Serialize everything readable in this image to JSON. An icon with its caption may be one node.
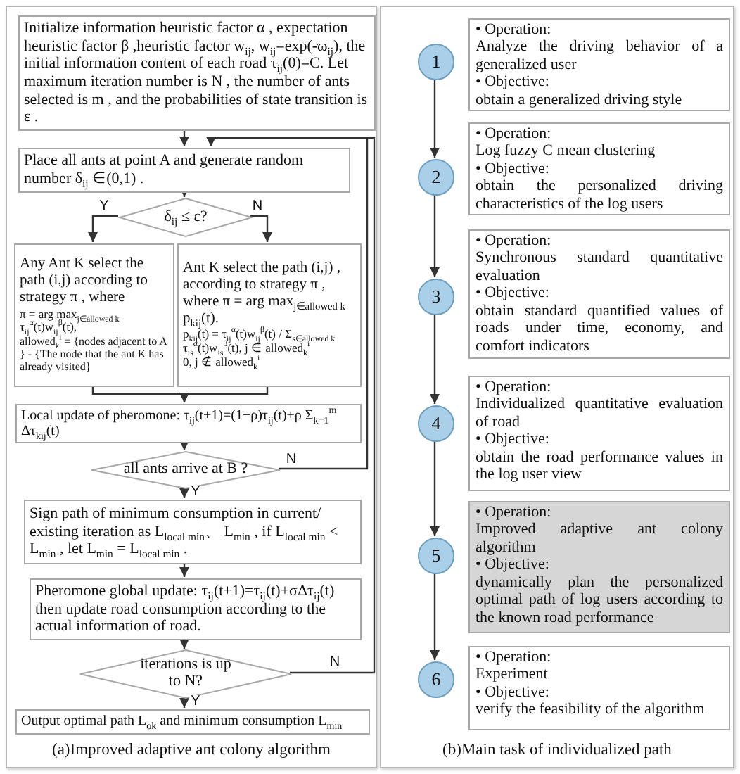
{
  "diagram": {
    "nodes": [
      {
        "text": [
          "(a)Improved adaptive ant colony algorithm"
        ]
      },
      {
        "text": [
          "Initialize information heuristic factor α , expectation heuristic factor β ,heuristic factor w$_{ij}$,  w$_{ij}$=exp(-ϖ$_{ij}$), the initial information content of each road τ$_{ij}$(0)=C. Let maximum iteration number is  N  , the number of ants selected is  m  , and the probabilities of state transition is  ε ."
        ],
        "in": 0
      },
      {
        "text": [
          "Place all ants at  point A and generate random number δ$_{ij}$ ∈(0,1) ."
        ],
        "in": 0
      },
      {
        "text": [
          "δ$_{ij}$ ≤ ε?"
        ],
        "in": 0
      },
      {
        "text": [
          "Any Ant  K select the path (i,j) according to strategy  π , where",
          "π = arg max$_{j∈allowed k}$ τ$_{ij}$$^{α}$(t)w$_{ij}$$^{β}$(t),",
          "allowed$_{k}$$^{i}$ = {nodes adjacent to A } - {The node that the ant K has already visited}"
        ],
        "in": 0
      },
      {
        "text": [
          "Ant K select the path (i,j) , according to strategy  π , where  π = arg max$_{j∈allowed k}$ p$_{kij}$(t).",
          "p$_{kij}$(t) = τ$_{ij}$$^{α}$(t)w$_{ij}$$^{β}$(t) / Σ$_{s∈allowed k}$ τ$_{is}$$^{α}$(t)w$_{is}$$^{β}$(t),  j ∈ allowed$_{k}$$^{i}$",
          "0,  j ∉ allowed$_{k}$$^{i}$"
        ],
        "in": 0
      },
      {
        "text": [
          "Local update of pheromone: τ$_{ij}$(t+1)=(1−ρ)τ$_{ij}$(t)+ρ Σ$_{k=1}$$^{m}$ Δτ$_{kij}$(t)"
        ],
        "in": 0
      },
      {
        "text": [
          "all ants arrive at  B ?"
        ],
        "in": 0
      },
      {
        "text": [
          "Sign path of minimum  consumption in current/ existing iteration  as  L$_{local min}$、 L$_{min}$ , if  L$_{local min}$ < L$_{min}$ , let L$_{min}$ = L$_{local min}$ ."
        ],
        "in": 0
      },
      {
        "text": [
          "Pheromone global update:  τ$_{ij}$(t+1)=τ$_{ij}$(t)+σΔτ$_{ij}$(t) then update road consumption according to the actual information of road."
        ],
        "in": 0
      },
      {
        "text": [
          "iterations is up to N?"
        ],
        "in": 0
      },
      {
        "text": [
          "Output optimal path L$_{ok}$ and minimum consumption L$_{min}$"
        ],
        "in": 0
      },
      {
        "text": [
          "(b)Main task of individualized path"
        ]
      },
      {
        "text": [
          "1"
        ],
        "in": 12
      },
      {
        "text": [
          "2"
        ],
        "in": 12
      },
      {
        "text": [
          "3"
        ],
        "in": 12
      },
      {
        "text": [
          "4"
        ],
        "in": 12
      },
      {
        "text": [
          "5"
        ],
        "in": 12
      },
      {
        "text": [
          "6"
        ],
        "in": 12
      },
      {
        "text": [
          "• Operation:",
          "Analyze the driving behavior of a generalized user",
          "• Objective:",
          "obtain a generalized driving style"
        ],
        "in": 12
      },
      {
        "text": [
          "• Operation:",
          "Log fuzzy C mean clustering",
          "• Objective:",
          "obtain the personalized driving characteristics of the log users"
        ],
        "in": 12
      },
      {
        "text": [
          "• Operation:",
          "Synchronous standard quantitative evaluation",
          "• Objective:",
          "obtain standard quantified values of roads under time, economy, and comfort indicators"
        ],
        "in": 12
      },
      {
        "text": [
          "• Operation:",
          "Individualized quantitative evaluation of road",
          "• Objective:",
          "obtain the road performance values in the log user view"
        ],
        "in": 12
      },
      {
        "text": [
          "• Operation:",
          "Improved adaptive ant colony algorithm",
          "• Objective:",
          "dynamically plan the personalized optimal path of log users according to the known road performance"
        ],
        "in": 12
      },
      {
        "text": [
          "• Operation:",
          "Experiment",
          "• Objective:",
          "verify the feasibility of the algorithm"
        ],
        "in": 12
      }
    ],
    "edges": [
      {
        "from": 1,
        "to": 2,
        "arrow": "to"
      },
      {
        "from": 2,
        "to": 3,
        "arrow": "to"
      },
      {
        "from": 3,
        "to": 4,
        "arrow": "to",
        "label": "Y"
      },
      {
        "from": 3,
        "to": 5,
        "arrow": "to",
        "label": "N"
      },
      {
        "from": 4,
        "to": 6,
        "arrow": "to"
      },
      {
        "from": 5,
        "to": 6,
        "arrow": "to"
      },
      {
        "from": 6,
        "to": 7,
        "arrow": "to"
      },
      {
        "from": 7,
        "to": 2,
        "arrow": "to",
        "label": "N"
      },
      {
        "from": 7,
        "to": 8,
        "arrow": "to",
        "label": "Y"
      },
      {
        "from": 8,
        "to": 9,
        "arrow": "to"
      },
      {
        "from": 9,
        "to": 10,
        "arrow": "to"
      },
      {
        "from": 10,
        "to": 2,
        "arrow": "to",
        "label": "N"
      },
      {
        "from": 10,
        "to": 11,
        "arrow": "to",
        "label": "Y"
      },
      {
        "from": 13,
        "to": 14,
        "arrow": "to"
      },
      {
        "from": 14,
        "to": 15,
        "arrow": "to"
      },
      {
        "from": 15,
        "to": 16,
        "arrow": "to"
      },
      {
        "from": 16,
        "to": 17,
        "arrow": "to"
      },
      {
        "from": 17,
        "to": 18,
        "arrow": "to"
      }
    ]
  }
}
